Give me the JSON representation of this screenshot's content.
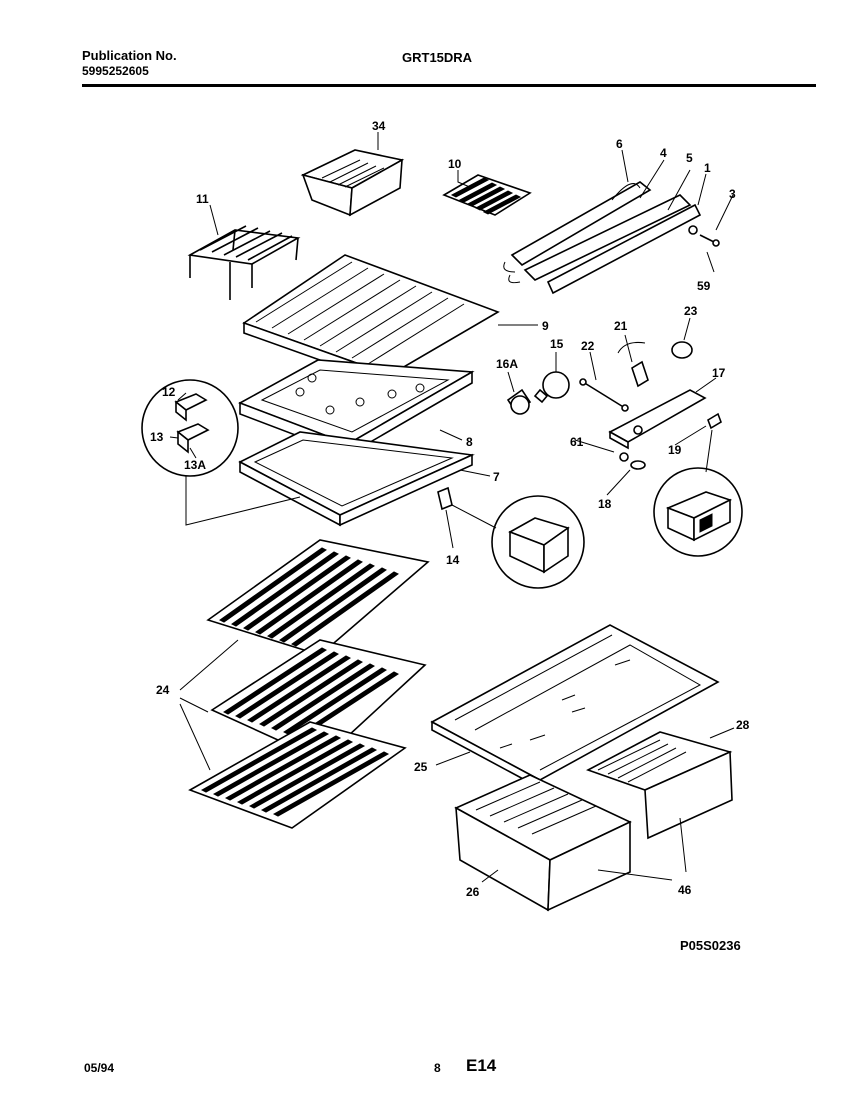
{
  "header": {
    "publication_label": "Publication No.",
    "publication_number": "5995252605",
    "model": "GRT15DRA"
  },
  "footer": {
    "date": "05/94",
    "page": "8",
    "code": "E14"
  },
  "drawing_id": "P05S0236",
  "callouts": {
    "c34": "34",
    "c10": "10",
    "c6": "6",
    "c4": "4",
    "c5": "5",
    "c1": "1",
    "c3": "3",
    "c59": "59",
    "c11": "11",
    "c9": "9",
    "c16a": "16A",
    "c15": "15",
    "c22": "22",
    "c21": "21",
    "c23": "23",
    "c17": "17",
    "c12": "12",
    "c13": "13",
    "c13a": "13A",
    "c8": "8",
    "c61": "61",
    "c19": "19",
    "c7": "7",
    "c18": "18",
    "c14": "14",
    "c24": "24",
    "c25": "25",
    "c28": "28",
    "c26": "26",
    "c46": "46"
  }
}
